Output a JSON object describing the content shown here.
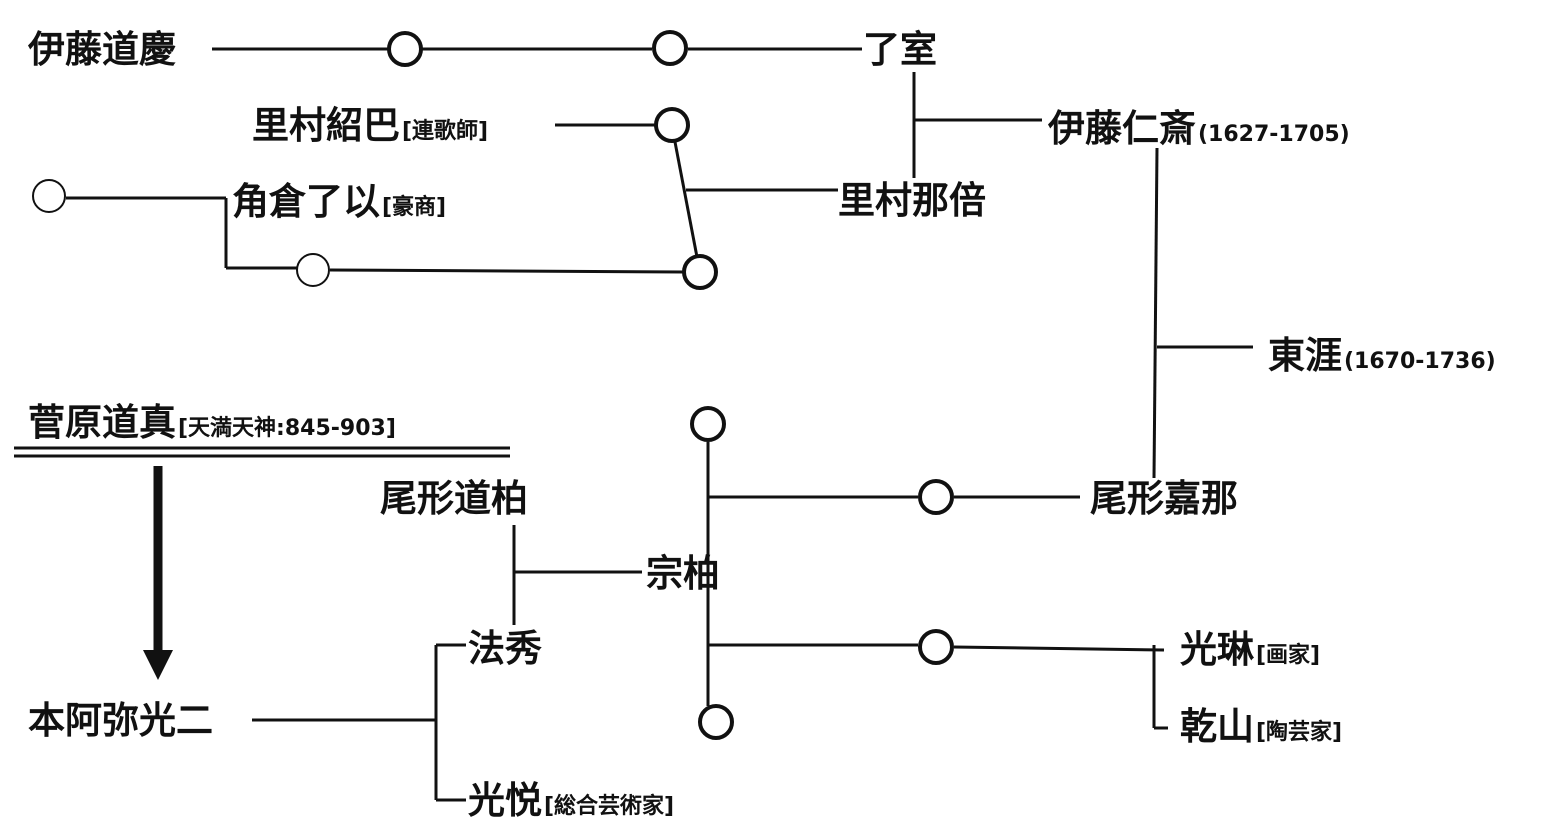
{
  "people": {
    "ito_dokei": {
      "name": "伊藤道慶"
    },
    "ryoshitsu": {
      "name": "了室"
    },
    "satomura_joha": {
      "name": "里村紹巴",
      "note": "[連歌師]"
    },
    "ito_jinsai": {
      "name": "伊藤仁斎",
      "note": "(1627-1705)"
    },
    "suminokura_ryoi": {
      "name": "角倉了以",
      "note": "[豪商]"
    },
    "satomura_nabai": {
      "name": "里村那倍"
    },
    "togai": {
      "name": "東涯",
      "note": "(1670-1736)"
    },
    "sugawara": {
      "name": "菅原道真",
      "note": "[天満天神:845-903]"
    },
    "ogata_dohaku": {
      "name": "尾形道柏"
    },
    "ogata_kana": {
      "name": "尾形嘉那"
    },
    "sohaku": {
      "name": "宗柏"
    },
    "hoshu": {
      "name": "法秀"
    },
    "korin": {
      "name": "光琳",
      "note": "[画家]"
    },
    "honami_koji": {
      "name": "本阿弥光二"
    },
    "kenzan": {
      "name": "乾山",
      "note": "[陶芸家]"
    },
    "koetsu": {
      "name": "光悦",
      "note": "[総合芸術家]"
    }
  }
}
